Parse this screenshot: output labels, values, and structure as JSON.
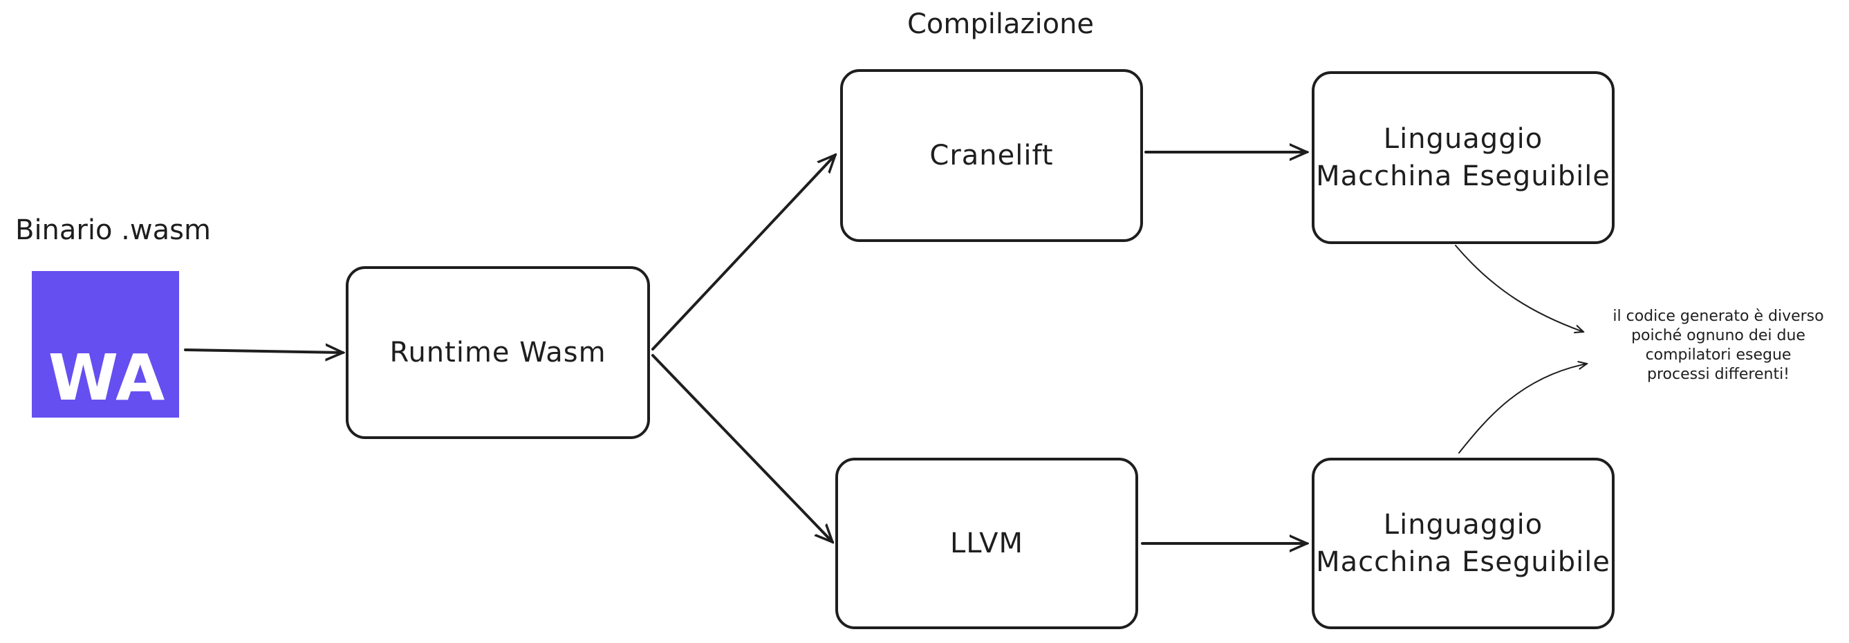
{
  "title_label": "Compilazione",
  "binary_label": "Binario .wasm",
  "logo": {
    "text": "WA",
    "color": "#654ff0",
    "icon": "webassembly-logo"
  },
  "boxes": {
    "runtime": "Runtime Wasm",
    "cranelift": "Cranelift",
    "llvm": "LLVM",
    "output_top": "Linguaggio\nMacchina Eseguibile",
    "output_bottom": "Linguaggio\nMacchina Eseguibile"
  },
  "note": "il codice generato è diverso\npoiché ognuno dei due\ncompilatori esegue\nprocessi differenti!"
}
